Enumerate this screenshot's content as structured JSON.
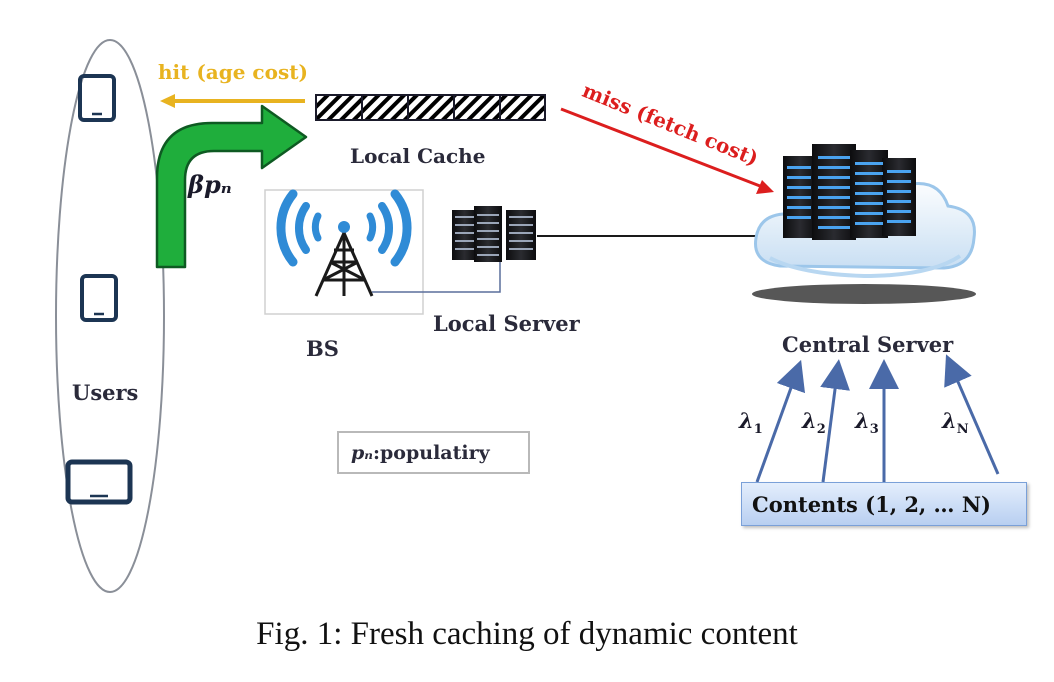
{
  "users": {
    "label": "Users"
  },
  "hit": {
    "label": "hit (age cost)"
  },
  "miss": {
    "label": "miss (fetch cost)"
  },
  "local_cache": {
    "label": "Local Cache",
    "block_colors": [
      "#d9262c",
      "#2ea94d",
      "#7a3fc4",
      "#3a74c8",
      "#d9262c"
    ]
  },
  "beta": {
    "label": "βpₙ"
  },
  "bs": {
    "label": "BS"
  },
  "local_server": {
    "label": "Local Server"
  },
  "central_server": {
    "label": "Central Server"
  },
  "popularity": {
    "symbol": "pₙ",
    "text": ":populatiry"
  },
  "contents": {
    "text": "Contents (1, 2, … N)"
  },
  "lambdas": [
    {
      "sym": "λ",
      "sub": "1"
    },
    {
      "sym": "λ",
      "sub": "2"
    },
    {
      "sym": "λ",
      "sub": "3"
    },
    {
      "sym": "λ",
      "sub": "N"
    }
  ],
  "caption": {
    "text": "Fig. 1: Fresh caching of dynamic content"
  },
  "colors": {
    "hit": "#e8b320",
    "miss": "#dc1e1e",
    "green_arrow": "#1fae3c",
    "device": "#1c3553",
    "tower": "#2f8bd6"
  }
}
